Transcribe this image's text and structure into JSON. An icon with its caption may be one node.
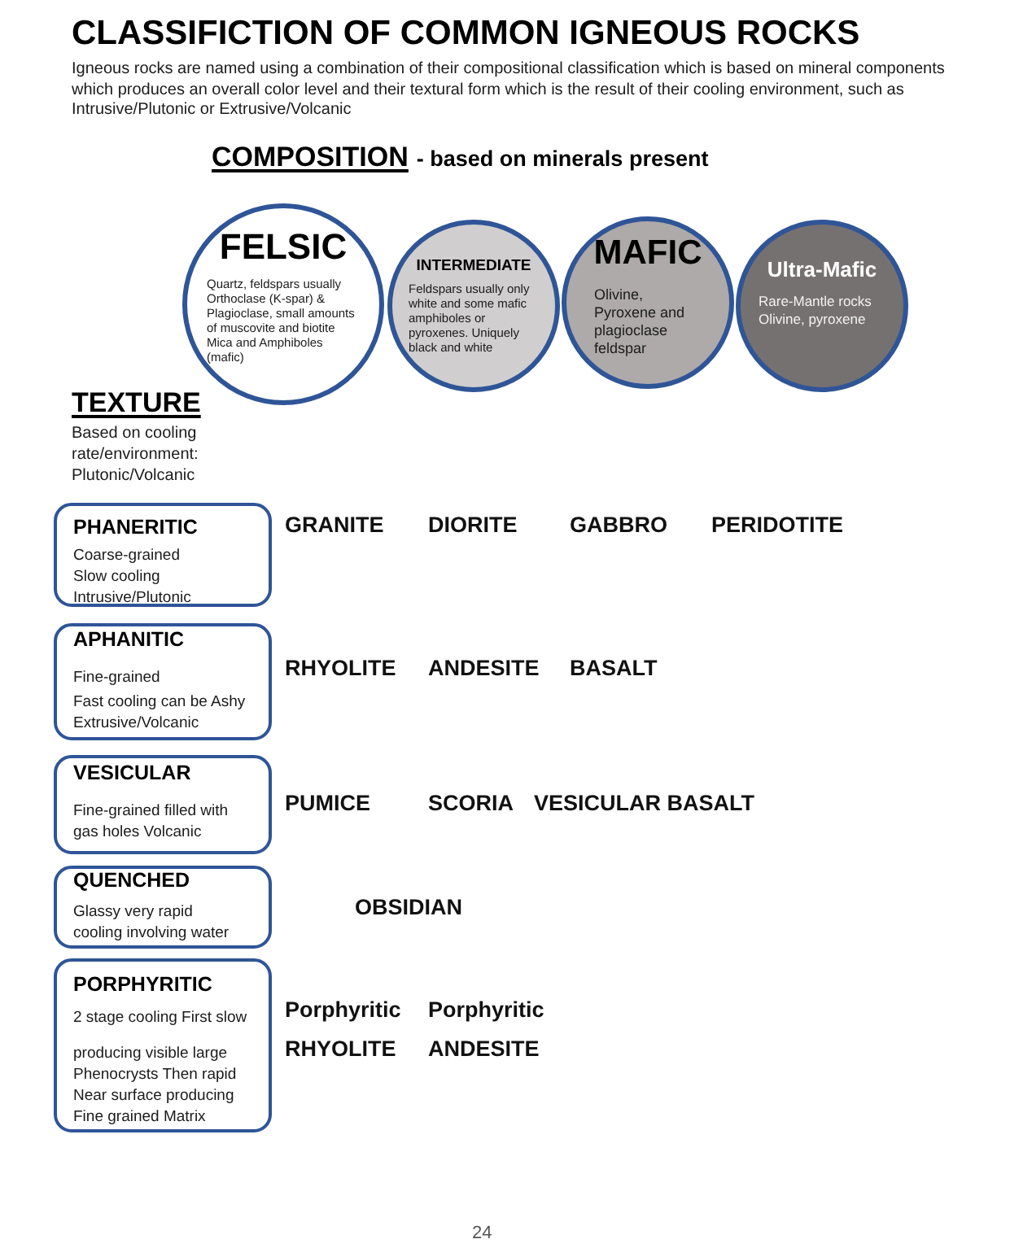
{
  "diagram": {
    "title": "CLASSIFICTION OF COMMON IGNEOUS ROCKS",
    "nodes": [
      {
        "text": [
          "FELSIC",
          "Quartz, feldspars usually Orthoclase (K-spar) & Plagioclase, small amounts of muscovite and biotite Mica and Amphiboles (mafic)"
        ]
      },
      {
        "text": [
          "INTERMEDIATE",
          "Feldspars usually only white and some mafic amphiboles or pyroxenes. Uniquely black and white"
        ]
      },
      {
        "text": [
          "MAFIC",
          "Olivine, Pyroxene and plagioclase feldspar"
        ]
      },
      {
        "text": [
          "Ultra-Mafic",
          "Rare-Mantle rocks Olivine, pyroxene"
        ]
      },
      {
        "text": [
          "PHANERITIC",
          "Coarse-grained Slow cooling Intrusive/Plutonic"
        ]
      },
      {
        "text": [
          "APHANITIC",
          "Fine-grained",
          "Fast cooling can be Ashy Extrusive/Volcanic"
        ]
      },
      {
        "text": [
          "VESICULAR",
          "Fine-grained filled with gas holes Volcanic"
        ]
      },
      {
        "text": [
          "QUENCHED",
          "Glassy very rapid cooling involving water"
        ]
      },
      {
        "text": [
          "PORPHYRITIC",
          "2 stage cooling First slow",
          "producing visible large Phenocrysts Then rapid Near surface producing Fine grained Matrix"
        ]
      }
    ],
    "labels": [
      "Igneous rocks are named using a combination of their compositional classification which is based on mineral components which produces an overall color level and their textural form which is the result of their cooling environment, such as Intrusive/Plutonic or Extrusive/Volcanic",
      "COMPOSITION",
      "- based on minerals present",
      "TEXTURE",
      "Based on cooling rate/environment: Plutonic/Volcanic",
      "GRANITE",
      "DIORITE",
      "GABBRO",
      "PERIDOTITE",
      "RHYOLITE",
      "ANDESITE",
      "BASALT",
      "PUMICE",
      "SCORIA",
      "VESICULAR BASALT",
      "OBSIDIAN",
      "Porphyritic RHYOLITE",
      "Porphyritic ANDESITE",
      "24"
    ]
  }
}
